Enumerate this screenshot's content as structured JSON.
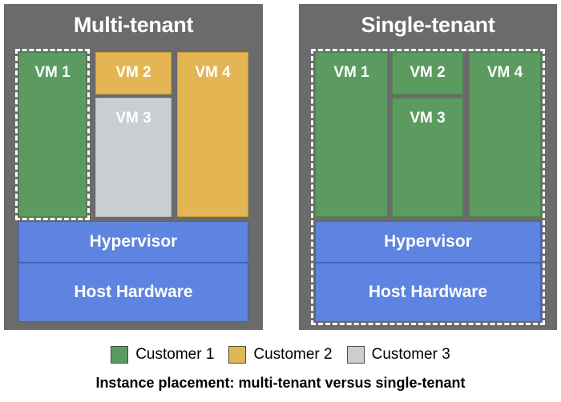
{
  "panels": [
    {
      "id": "multi-tenant",
      "title": "Multi-tenant",
      "vms": [
        {
          "name": "VM 1",
          "customer": "Customer 1",
          "color_key": "c1"
        },
        {
          "name": "VM 2",
          "customer": "Customer 2",
          "color_key": "c2"
        },
        {
          "name": "VM 3",
          "customer": "Customer 3",
          "color_key": "c3"
        },
        {
          "name": "VM 4",
          "customer": "Customer 2",
          "color_key": "c2"
        }
      ],
      "hypervisor": "Hypervisor",
      "host_hardware": "Host Hardware",
      "dashed_scope": "vm-1-only"
    },
    {
      "id": "single-tenant",
      "title": "Single-tenant",
      "vms": [
        {
          "name": "VM 1",
          "customer": "Customer 1",
          "color_key": "c1"
        },
        {
          "name": "VM 2",
          "customer": "Customer 1",
          "color_key": "c1"
        },
        {
          "name": "VM 3",
          "customer": "Customer 1",
          "color_key": "c1"
        },
        {
          "name": "VM 4",
          "customer": "Customer 1",
          "color_key": "c1"
        }
      ],
      "hypervisor": "Hypervisor",
      "host_hardware": "Host Hardware",
      "dashed_scope": "whole-host"
    }
  ],
  "legend": {
    "items": [
      {
        "label": "Customer 1",
        "color": "#5c9b60"
      },
      {
        "label": "Customer 2",
        "color": "#e4b653"
      },
      {
        "label": "Customer 3",
        "color": "#cbced0"
      }
    ]
  },
  "caption": "Instance placement: multi-tenant versus single-tenant",
  "colors": {
    "panel_background": "#6b6b6b",
    "customer1_green": "#5c9b60",
    "customer2_orange": "#e4b653",
    "customer3_gray": "#cbced0",
    "infrastructure_blue": "#5c84e0",
    "dashed_outline": "#ffffff",
    "page_background": "#ffffff"
  }
}
